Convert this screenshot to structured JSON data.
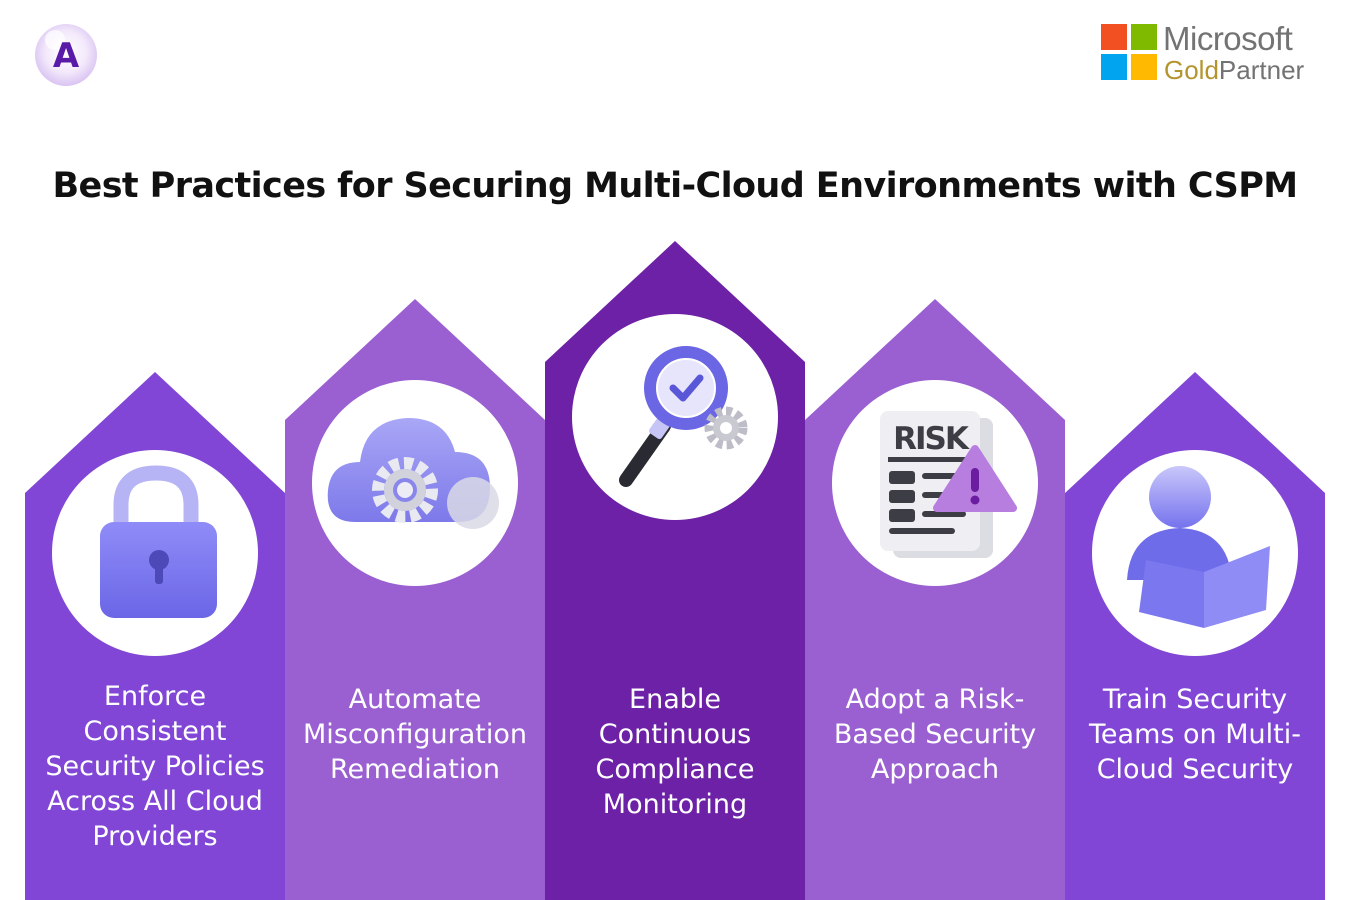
{
  "brand": {
    "logo_letter": "A",
    "partner_name": "Microsoft",
    "partner_tier_gold": "Gold",
    "partner_tier_word": "Partner"
  },
  "title": "Best Practices for Securing Multi-Cloud Environments with CSPM",
  "colors": {
    "col_1": "#8146d6",
    "col_2": "#9a5fd1",
    "col_3": "#6d21a6",
    "col_4": "#9a5fd1",
    "col_5": "#8146d6",
    "icon_blue": "#7f7cf0",
    "ms_red": "#f25022",
    "ms_green": "#7fba00",
    "ms_blue": "#00a4ef",
    "ms_yellow": "#ffb900"
  },
  "practices": [
    {
      "icon": "padlock-icon",
      "label": "Enforce Consistent Security Policies Across All Cloud Providers"
    },
    {
      "icon": "cloud-gear-icon",
      "label": "Automate Misconfiguration Remediation"
    },
    {
      "icon": "magnifier-check-icon",
      "label": "Enable Continuous Compliance Monitoring"
    },
    {
      "icon": "risk-document-icon",
      "label": "Adopt a Risk-Based Security Approach",
      "icon_text": "RISK"
    },
    {
      "icon": "person-reading-icon",
      "label": "Train Security Teams on Multi-Cloud Security"
    }
  ]
}
